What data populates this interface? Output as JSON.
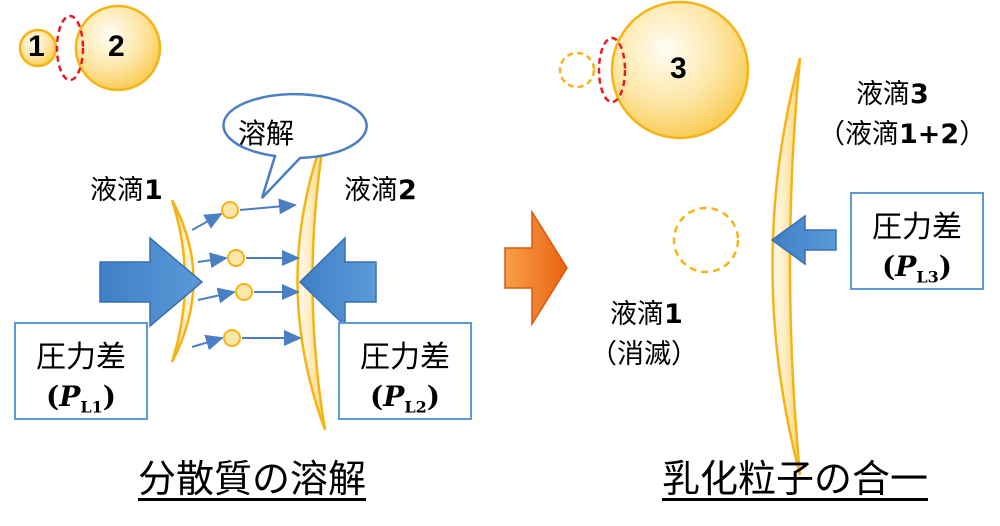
{
  "droplets": {
    "d1_num": "1",
    "d2_num": "2",
    "d3_num": "3"
  },
  "left": {
    "bubble": "溶解",
    "drop1_label": "液滴",
    "drop1_num": "1",
    "drop2_label": "液滴",
    "drop2_num": "2",
    "box1_line1": "圧力差",
    "box1_p": "P",
    "box1_sub": "L1",
    "box2_line1": "圧力差",
    "box2_p": "P",
    "box2_sub": "L2",
    "title": "分散質の溶解"
  },
  "right": {
    "drop3_label": "液滴",
    "drop3_num": "3",
    "drop3_paren_open": "（液滴",
    "drop3_paren_num": "1+2",
    "drop3_paren_close": "）",
    "drop1_label": "液滴",
    "drop1_num": "1",
    "drop1_state": "（消滅）",
    "box3_line1": "圧力差",
    "box3_p": "P",
    "box3_sub": "L3",
    "title": "乳化粒子の合一"
  },
  "colors": {
    "droplet_fill": "#fbe3a0",
    "droplet_edge": "#f5b416",
    "arrow_blue": "#4a88cc",
    "box_border": "#5b9bd5",
    "dashed_red": "#e31b23",
    "orange_arrow": "#f07a1a"
  }
}
